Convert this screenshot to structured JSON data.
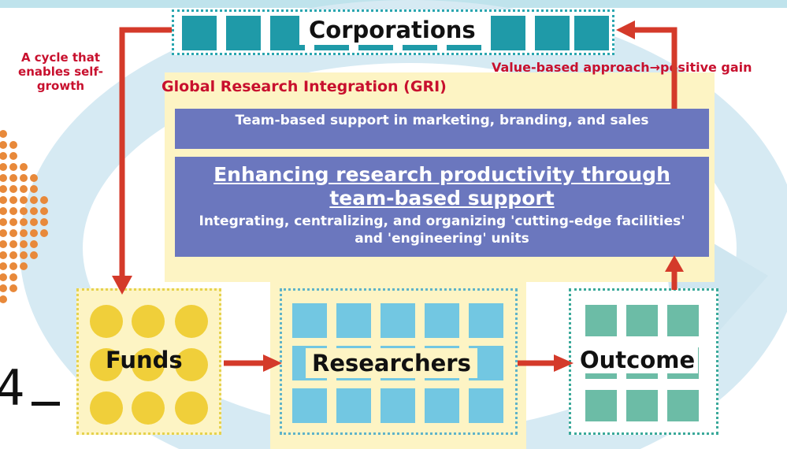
{
  "diagram": {
    "nodes": {
      "corporations": "Corporations",
      "funds": "Funds",
      "researchers": "Researchers",
      "outcome": "Outcome"
    },
    "gri": {
      "title": "Global Research Integration (GRI)",
      "team_support": "Team-based support in marketing, branding, and sales",
      "enhancing_heading": "Enhancing research productivity through team-based support",
      "enhancing_detail": "Integrating, centralizing, and organizing 'cutting-edge facilities' and 'engineering' units"
    },
    "annotations": {
      "cycle": "A cycle that enables self-growth",
      "value_approach": "Value-based approach→positive gain"
    },
    "page_number": "4",
    "colors": {
      "accent_red": "#c8102e",
      "panel_yellow": "#fdf4c4",
      "box_purple": "#6b77be",
      "corporations_teal": "#1f9aa8",
      "researchers_blue": "#72c7e2",
      "outcome_green": "#6cbca6",
      "funds_yellow": "#f0cf3a"
    }
  }
}
